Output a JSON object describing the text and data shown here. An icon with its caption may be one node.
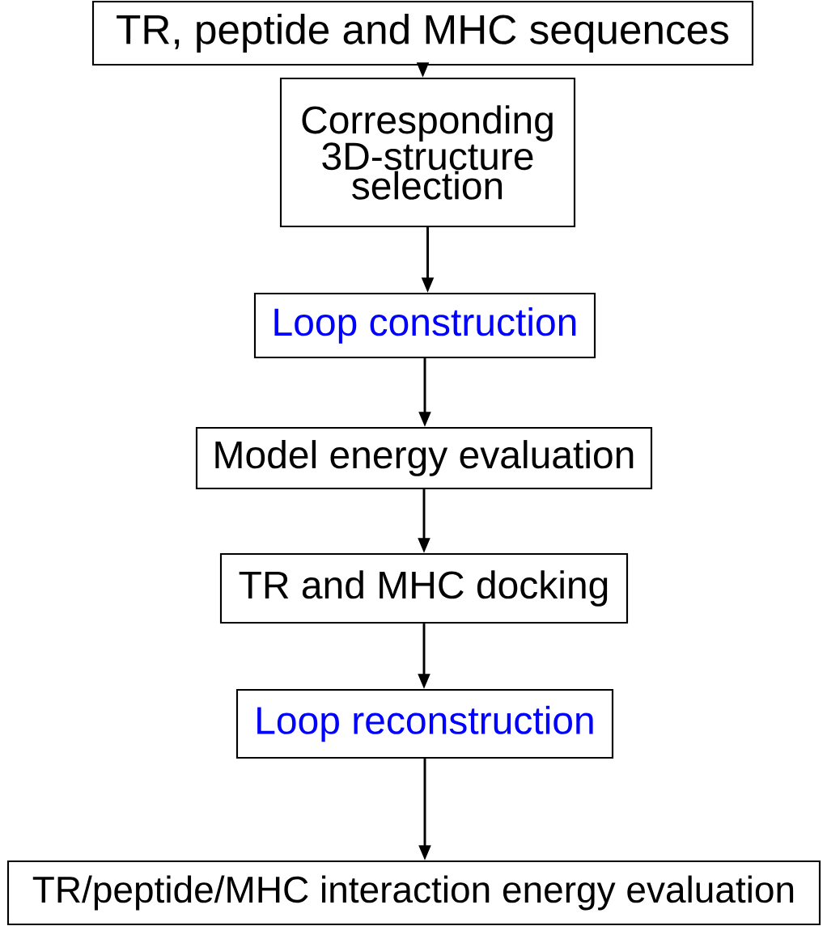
{
  "diagram": {
    "nodes": [
      {
        "text": [
          "TR, peptide and MHC sequences"
        ]
      },
      {
        "text": [
          "Corresponding 3D-structure selection"
        ]
      },
      {
        "text": [
          "Loop construction"
        ]
      },
      {
        "text": [
          "Model energy evaluation"
        ]
      },
      {
        "text": [
          "TR and MHC docking"
        ]
      },
      {
        "text": [
          "Loop reconstruction"
        ]
      },
      {
        "text": [
          "TR/peptide/MHC interaction energy evaluation"
        ]
      }
    ],
    "edges": [
      {
        "from": 0,
        "to": 1,
        "arrow": "to"
      },
      {
        "from": 1,
        "to": 2,
        "arrow": "to"
      },
      {
        "from": 2,
        "to": 3,
        "arrow": "to"
      },
      {
        "from": 3,
        "to": 4,
        "arrow": "to"
      },
      {
        "from": 4,
        "to": 5,
        "arrow": "to"
      },
      {
        "from": 5,
        "to": 6,
        "arrow": "to"
      }
    ]
  }
}
